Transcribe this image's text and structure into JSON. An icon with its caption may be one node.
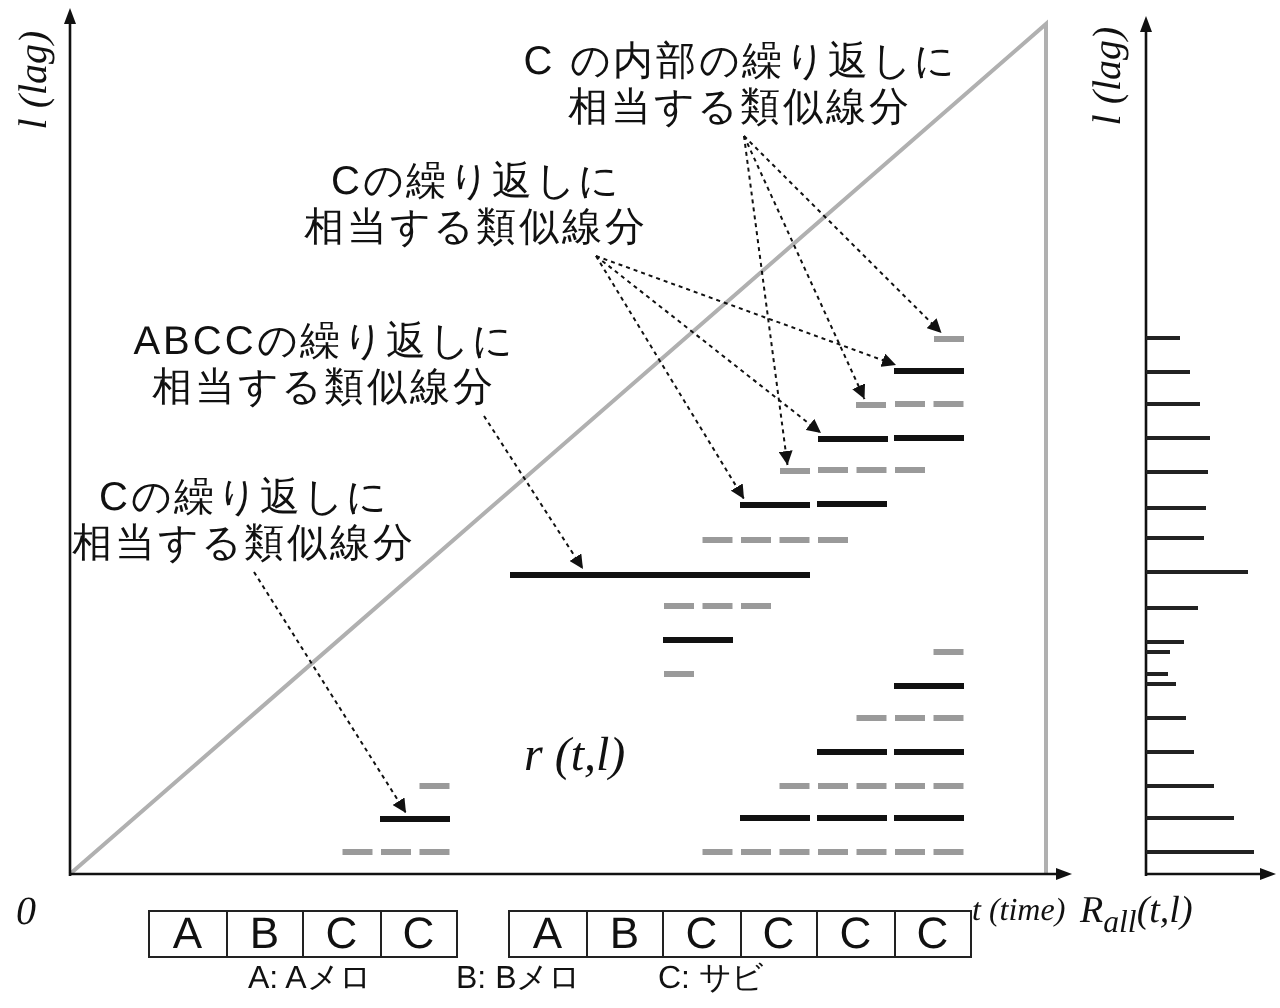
{
  "diagram": {
    "nodes": [
      {
        "text": [
          "C の内部の繰り返しに相当する類似線分"
        ]
      },
      {
        "text": [
          "Cの繰り返しに相当する類似線分"
        ]
      },
      {
        "text": [
          "ABCCの繰り返しに相当する類似線分"
        ]
      },
      {
        "text": [
          "Cの繰り返しに相当する類似線分"
        ]
      },
      {
        "text": [],
        "shape": "bar"
      },
      {
        "text": [],
        "shape": "bar"
      },
      {
        "text": [],
        "shape": "bar"
      },
      {
        "text": [],
        "shape": "bar"
      },
      {
        "text": [],
        "shape": "bar"
      },
      {
        "text": [],
        "shape": "bar"
      },
      {
        "text": [],
        "shape": "bar"
      },
      {
        "text": [],
        "shape": "bar"
      },
      {
        "text": [
          "A"
        ]
      },
      {
        "text": [
          "B"
        ]
      },
      {
        "text": [
          "C"
        ]
      },
      {
        "text": [
          "C"
        ]
      },
      {
        "text": [
          "A"
        ]
      },
      {
        "text": [
          "B"
        ]
      },
      {
        "text": [
          "C"
        ]
      },
      {
        "text": [
          "C"
        ]
      },
      {
        "text": [
          "C"
        ]
      },
      {
        "text": [
          "C"
        ]
      }
    ],
    "edges": [
      {
        "from": 0,
        "to": 4,
        "arrow": "to",
        "style": "dashed"
      },
      {
        "from": 0,
        "to": 6,
        "arrow": "to",
        "style": "dashed"
      },
      {
        "from": 0,
        "to": 8,
        "arrow": "to",
        "style": "dashed"
      },
      {
        "from": 1,
        "to": 5,
        "arrow": "to",
        "style": "dashed"
      },
      {
        "from": 1,
        "to": 7,
        "arrow": "to",
        "style": "dashed"
      },
      {
        "from": 1,
        "to": 9,
        "arrow": "to",
        "style": "dashed"
      },
      {
        "from": 2,
        "to": 10,
        "arrow": "to",
        "style": "dashed"
      },
      {
        "from": 3,
        "to": 11,
        "arrow": "to",
        "style": "dashed"
      }
    ],
    "labels": [
      "l (lag)",
      "l (lag)",
      "r (t,l)",
      "0",
      "t (time)",
      "R$_{all}$(t,l)",
      "A: Aメロ",
      "B: Bメロ",
      "C: サビ"
    ]
  }
}
